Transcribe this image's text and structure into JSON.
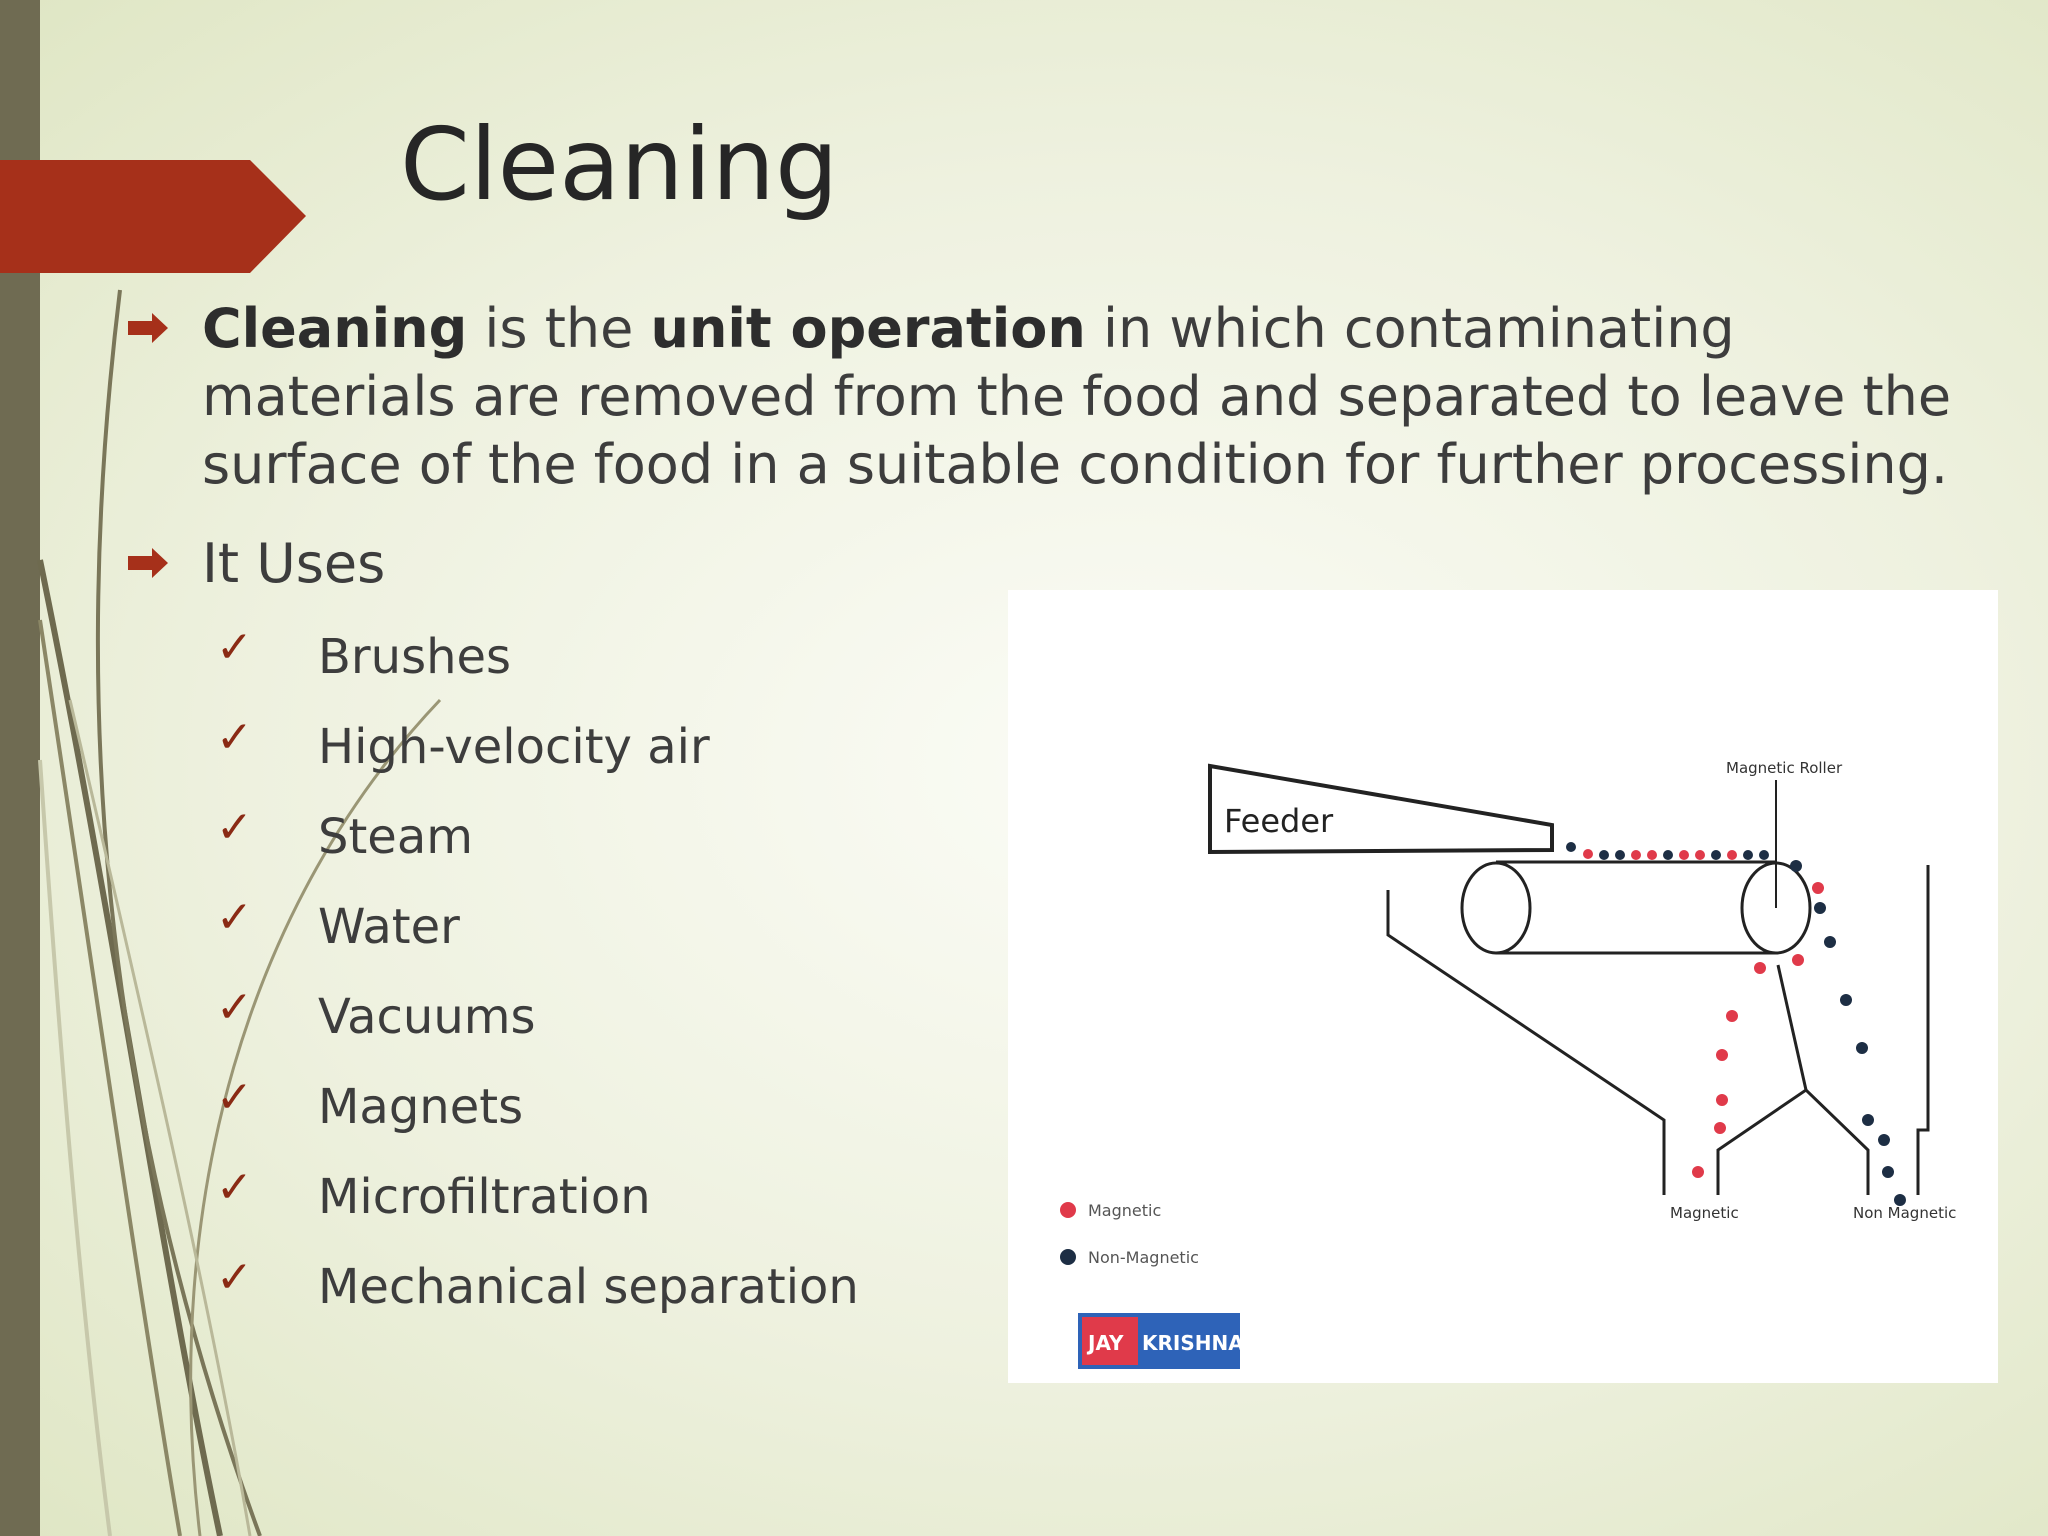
{
  "slide": {
    "title": "Cleaning",
    "paragraph": {
      "term": "Cleaning",
      "text1": " is the ",
      "term2": "unit operation",
      "text2": " in which contaminating materials are removed from the food and separated to leave the surface of the food in a suitable condition for further processing."
    },
    "uses_heading": "It Uses",
    "uses": [
      "Brushes",
      "High-velocity air",
      "Steam",
      "Water",
      "Vacuums",
      "Magnets",
      "Microfiltration",
      "Mechanical separation"
    ]
  },
  "figure": {
    "feeder_label": "Feeder",
    "roller_label": "Magnetic Roller",
    "outlet_magnetic": "Magnetic",
    "outlet_non_magnetic": "Non Magnetic",
    "legend_magnetic": "Magnetic",
    "legend_non_magnetic": "Non-Magnetic",
    "logo_text_red": "JAY",
    "logo_text_blue": "KRISHNA",
    "magnetic_color": "#e03a4a",
    "non_magnetic_color": "#1d2e44"
  },
  "colors": {
    "accent": "#a6301a",
    "left_bar": "#6f6b52",
    "bullet": "#a6301a",
    "check": "#8a2a14"
  }
}
